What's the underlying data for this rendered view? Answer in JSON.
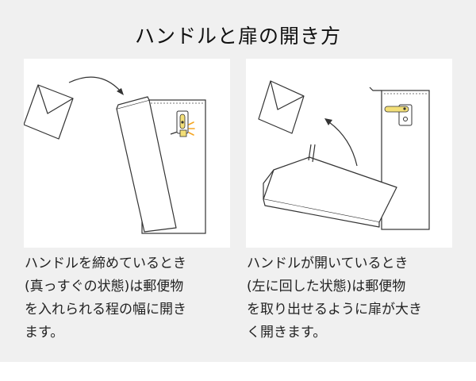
{
  "title": "ハンドルと扉の開き方",
  "left": {
    "caption_lines": [
      "ハンドルを締めているとき",
      "(真っすぐの状態)は郵便物",
      "を入れられる程の幅に開き",
      "ます。"
    ]
  },
  "right": {
    "caption_lines": [
      "ハンドルが開いているとき",
      "(左に回した状態)は郵便物",
      "を取り出せるように扉が大き",
      "く開きます。"
    ]
  },
  "colors": {
    "background": "#f0f0f0",
    "panel": "#ffffff",
    "handle": "#f3df78",
    "handle_glow": "#f5a623",
    "line": "#333333"
  },
  "icons": [
    "envelope-icon",
    "curved-arrow-icon",
    "mailbox-icon",
    "handle-icon"
  ]
}
